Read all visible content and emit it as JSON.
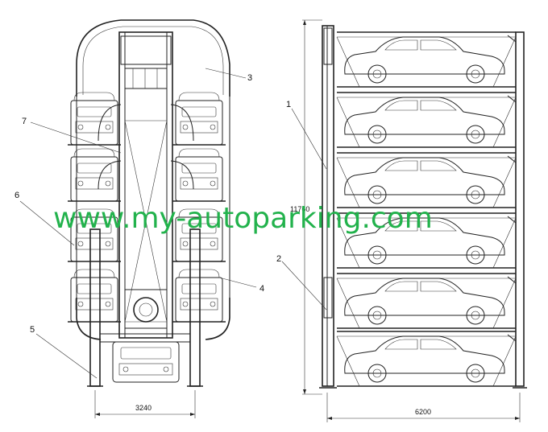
{
  "watermark": "www.my-autoparking.com",
  "labels": {
    "l1": "1",
    "l2": "2",
    "l3": "3",
    "l4": "4",
    "l5": "5",
    "l6": "6",
    "l7": "7"
  },
  "dimensions": {
    "width_front": "3240",
    "width_side": "6200",
    "height": "11760"
  },
  "colors": {
    "watermark": "#22b24c",
    "line": "#222222"
  }
}
